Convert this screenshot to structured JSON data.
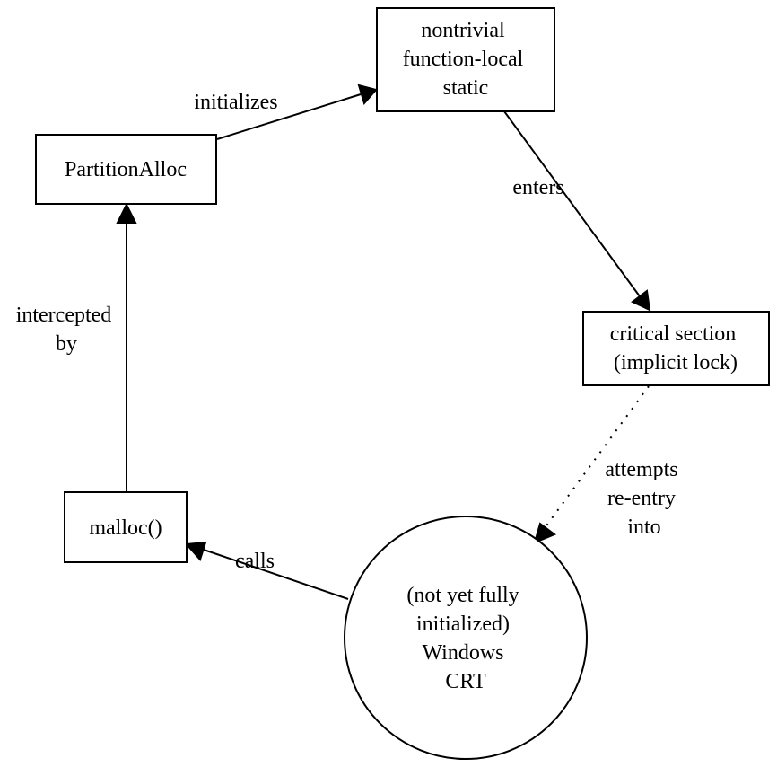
{
  "nodes": {
    "partitionalloc": {
      "lines": [
        "PartitionAlloc"
      ]
    },
    "static": {
      "lines": [
        "nontrivial",
        "function-local",
        "static"
      ]
    },
    "critical_section": {
      "lines": [
        "critical section",
        "(implicit lock)"
      ]
    },
    "crt": {
      "lines": [
        "(not yet fully",
        "initialized)",
        "Windows",
        "CRT"
      ]
    },
    "malloc": {
      "lines": [
        "malloc()"
      ]
    }
  },
  "edges": {
    "initializes": {
      "label_lines": [
        "initializes"
      ],
      "style": "solid"
    },
    "enters": {
      "label_lines": [
        "enters"
      ],
      "style": "solid"
    },
    "attempts": {
      "label_lines": [
        "attempts",
        "re-entry",
        "into"
      ],
      "style": "dotted"
    },
    "calls": {
      "label_lines": [
        "calls"
      ],
      "style": "solid"
    },
    "intercepted": {
      "label_lines": [
        "intercepted",
        "by"
      ],
      "style": "solid"
    }
  }
}
